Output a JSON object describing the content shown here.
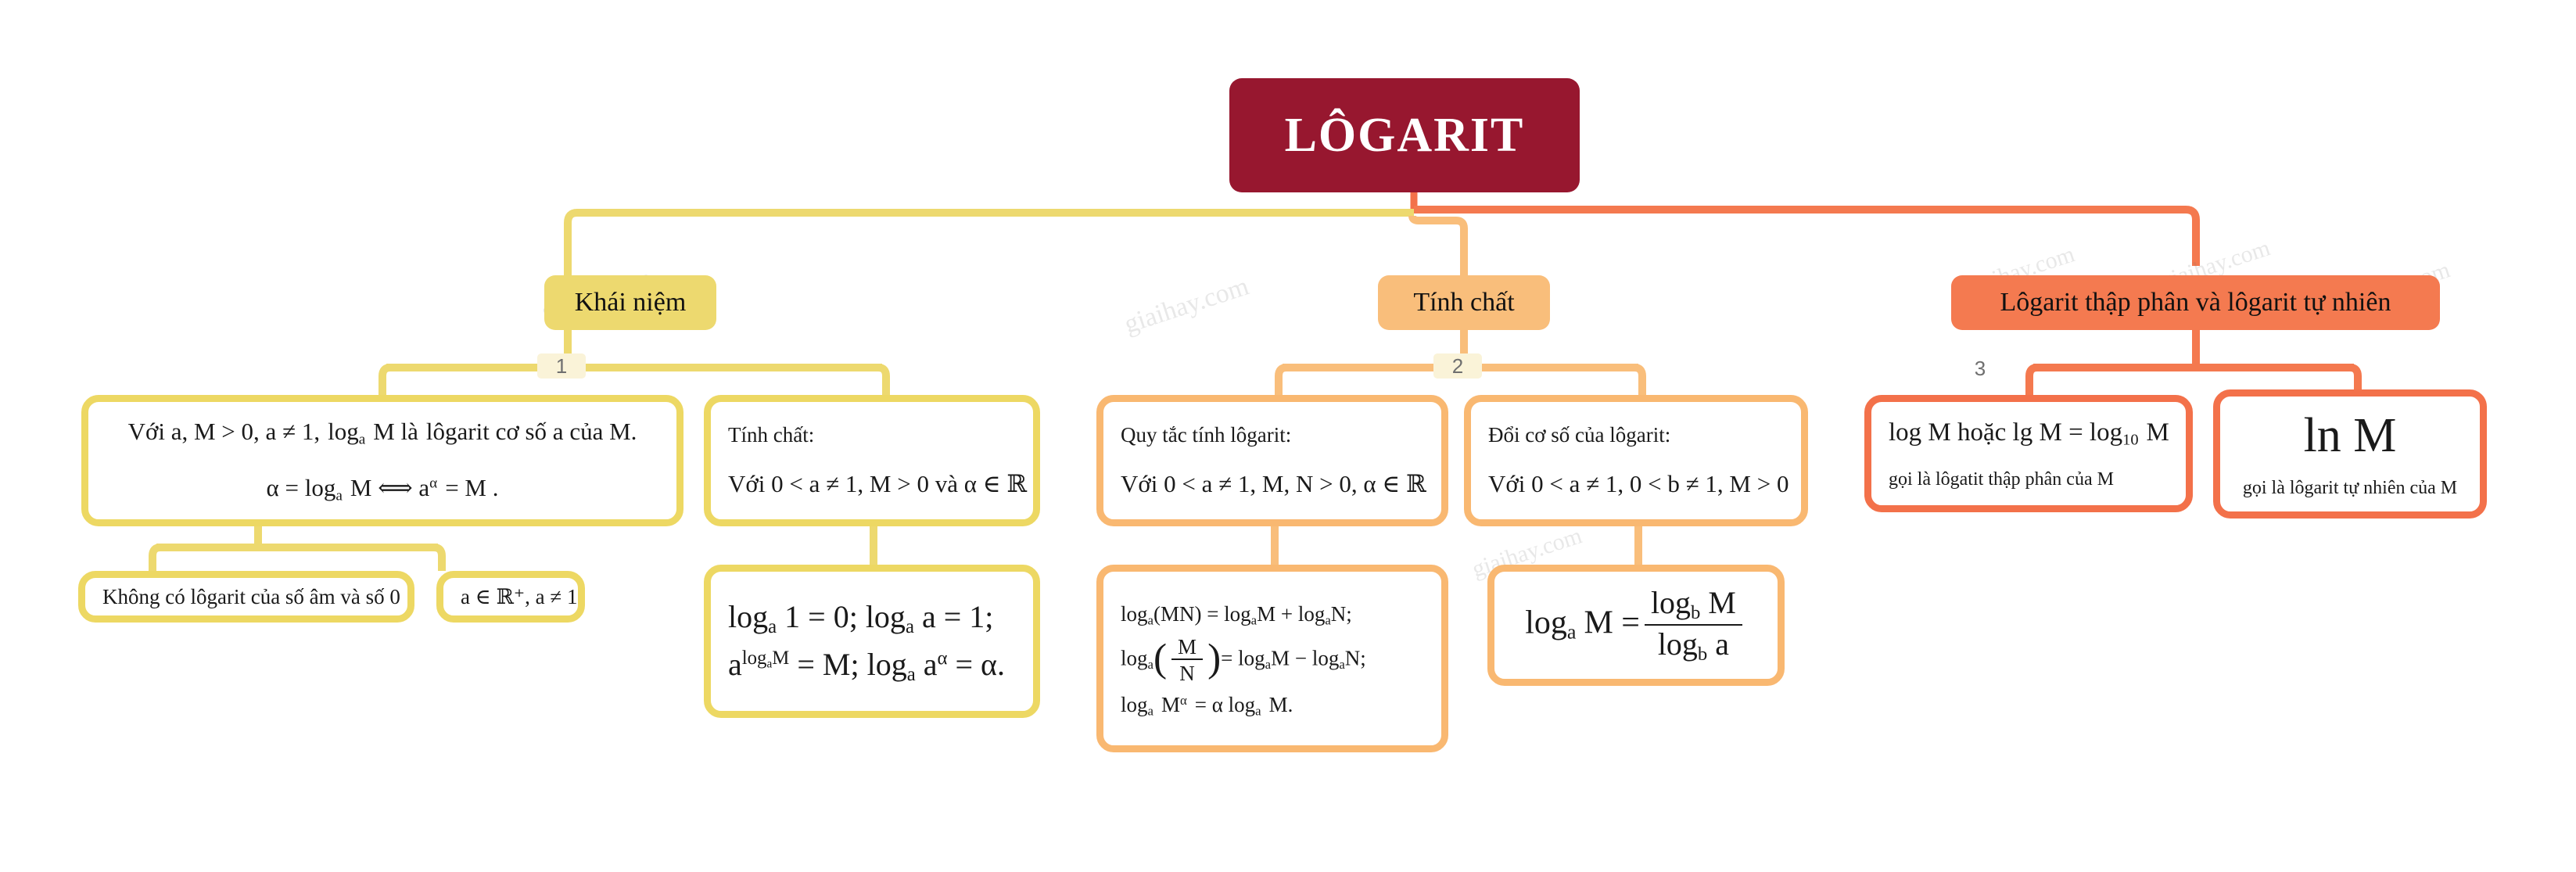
{
  "diagram": {
    "title": "LÔGARIT",
    "watermark": "giaihay.com"
  },
  "branches": [
    {
      "number": "1",
      "label": "Khái niệm",
      "color": "#EDD96F",
      "leaves": [
        {
          "lines": [
            "Với a, M > 0, a ≠ 1, log",
            "α = log"
          ]
        }
      ]
    },
    {
      "number": "2",
      "label": "Tính chất",
      "color": "#F9BE7B"
    },
    {
      "number": "3",
      "label": "Lôgarit thập phân và lôgarit tự nhiên",
      "color": "#F47A50"
    }
  ],
  "nodes": {
    "concept_def": {
      "line1_a": "Với a, M > 0, a ≠ 1,",
      "line1_log": "log",
      "line1_sub": "a",
      "line1_b": "M là",
      "line1_italic": "lôgarit cơ số a của M.",
      "line2_alpha": "α = log",
      "line2_sub": "a",
      "line2_mid": "M ⟺ a",
      "line2_sup": "α",
      "line2_end": "= M ."
    },
    "concept_note1": {
      "text": "Không có lôgarit của số âm và số 0"
    },
    "concept_note2": {
      "text": "a ∈ ℝ⁺, a ≠ 1"
    },
    "concept_props": {
      "header": "Tính chất:",
      "condition": "Với 0 < a ≠ 1, M > 0 và α ∈ ℝ"
    },
    "concept_props_formulas": {
      "f1_a": "log",
      "f1_sub1": "a",
      "f1_b": "1 = 0; log",
      "f1_sub2": "a",
      "f1_c": "a = 1;",
      "f2_a": "a",
      "f2_sup": "log",
      "f2_supsub": "a",
      "f2_sup2": "M",
      "f2_b": "= M; log",
      "f2_sub": "a",
      "f2_c": "a",
      "f2_sup3": "α",
      "f2_d": "= α."
    },
    "rules": {
      "header": "Quy tắc tính lôgarit:",
      "condition": "Với 0 < a ≠ 1, M, N > 0, α ∈ ℝ"
    },
    "rules_formulas": {
      "r1_a": "log",
      "r1_sub": "a",
      "r1_b": "(MN) = log",
      "r1_sub2": "a",
      "r1_c": "M + log",
      "r1_sub3": "a",
      "r1_d": "N;",
      "r2_a": "log",
      "r2_sub": "a",
      "r2_num": "M",
      "r2_den": "N",
      "r2_b": "= log",
      "r2_sub2": "a",
      "r2_c": "M − log",
      "r2_sub3": "a",
      "r2_d": "N;",
      "r3_a": "log",
      "r3_sub": "a",
      "r3_b": "M",
      "r3_sup": "α",
      "r3_c": "= α log",
      "r3_sub2": "a",
      "r3_d": "M."
    },
    "change_base": {
      "header": "Đổi cơ số của lôgarit:",
      "condition": "Với 0 < a ≠ 1, 0 < b ≠ 1, M > 0"
    },
    "change_base_formula": {
      "left_log": "log",
      "left_sub": "a",
      "left_m": "M =",
      "num_log": "log",
      "num_sub": "b",
      "num_m": "M",
      "den_log": "log",
      "den_sub": "b",
      "den_a": "a"
    },
    "decimal_log": {
      "formula_a": "log M  hoặc  lg M = log",
      "formula_sub": "10",
      "formula_b": "M",
      "caption": "gọi là lôgatit thập phân của M"
    },
    "natural_log": {
      "formula": "ln M",
      "caption": "gọi là lôgarit tự nhiên của M"
    }
  }
}
